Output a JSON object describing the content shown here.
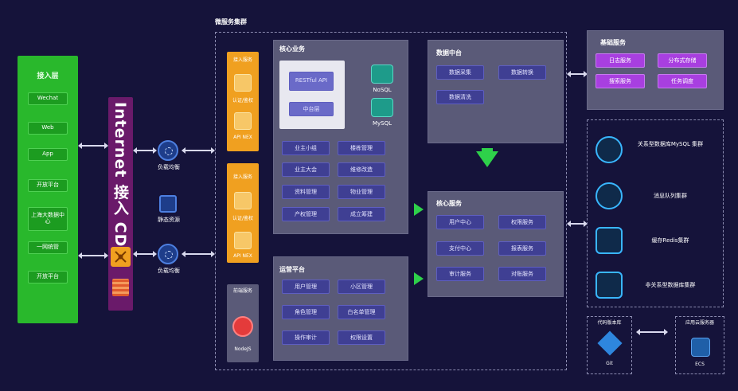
{
  "access": {
    "title": "接入层",
    "clients": [
      "Wechat",
      "Web",
      "App",
      "开放平台",
      "上海大数据中心",
      "一网统管",
      "开放平台"
    ]
  },
  "internet": {
    "label": "Internet 接入 CDN"
  },
  "lb": {
    "top": "负载均衡",
    "static": "静态资源",
    "bottom": "负载均衡"
  },
  "cluster": {
    "title": "微服务集群"
  },
  "gateway": {
    "top_title": "接入服务",
    "top_auth": "认证/鉴权",
    "top_api": "API NEX",
    "mid_title": "接入服务",
    "mid_auth": "认证/鉴权",
    "mid_api": "API NEX",
    "node_title": "前端服务",
    "node_label": "NodeJS"
  },
  "core_business": {
    "title": "核心业务",
    "restful": "RESTful API",
    "middle": "中台层",
    "nosql": "NoSQL",
    "mysql": "MySQL",
    "items": [
      "业主小组",
      "楼栋管理",
      "业主大会",
      "维修改造",
      "资料管理",
      "物业管理",
      "产权管理",
      "成立筹建"
    ]
  },
  "ops": {
    "title": "运营平台",
    "items": [
      "用户管理",
      "小区管理",
      "角色管理",
      "白名单管理",
      "操作审计",
      "权限设置"
    ]
  },
  "data_center": {
    "title": "数据中台",
    "items": [
      "数据采集",
      "数据转换",
      "数据清洗"
    ]
  },
  "core_service": {
    "title": "核心服务",
    "items": [
      "用户中心",
      "权限服务",
      "支付中心",
      "报表服务",
      "审计服务",
      "对账服务"
    ]
  },
  "base_service": {
    "title": "基础服务",
    "items": [
      "日志服务",
      "分布式存储",
      "搜索服务",
      "任务调度"
    ]
  },
  "storage": {
    "items": [
      "关系型数据库MySQL 集群",
      "消息队列集群",
      "缓存Redis集群",
      "非关系型数据库集群"
    ]
  },
  "repo": {
    "title": "代码版本库",
    "label": "Git"
  },
  "cloud": {
    "title": "应用云服务器",
    "label": "ECS"
  },
  "colors": {
    "accent_green": "#29b82c",
    "accent_purple": "#a83fe0",
    "accent_orange": "#f0a020",
    "panel": "#5a5a78"
  }
}
